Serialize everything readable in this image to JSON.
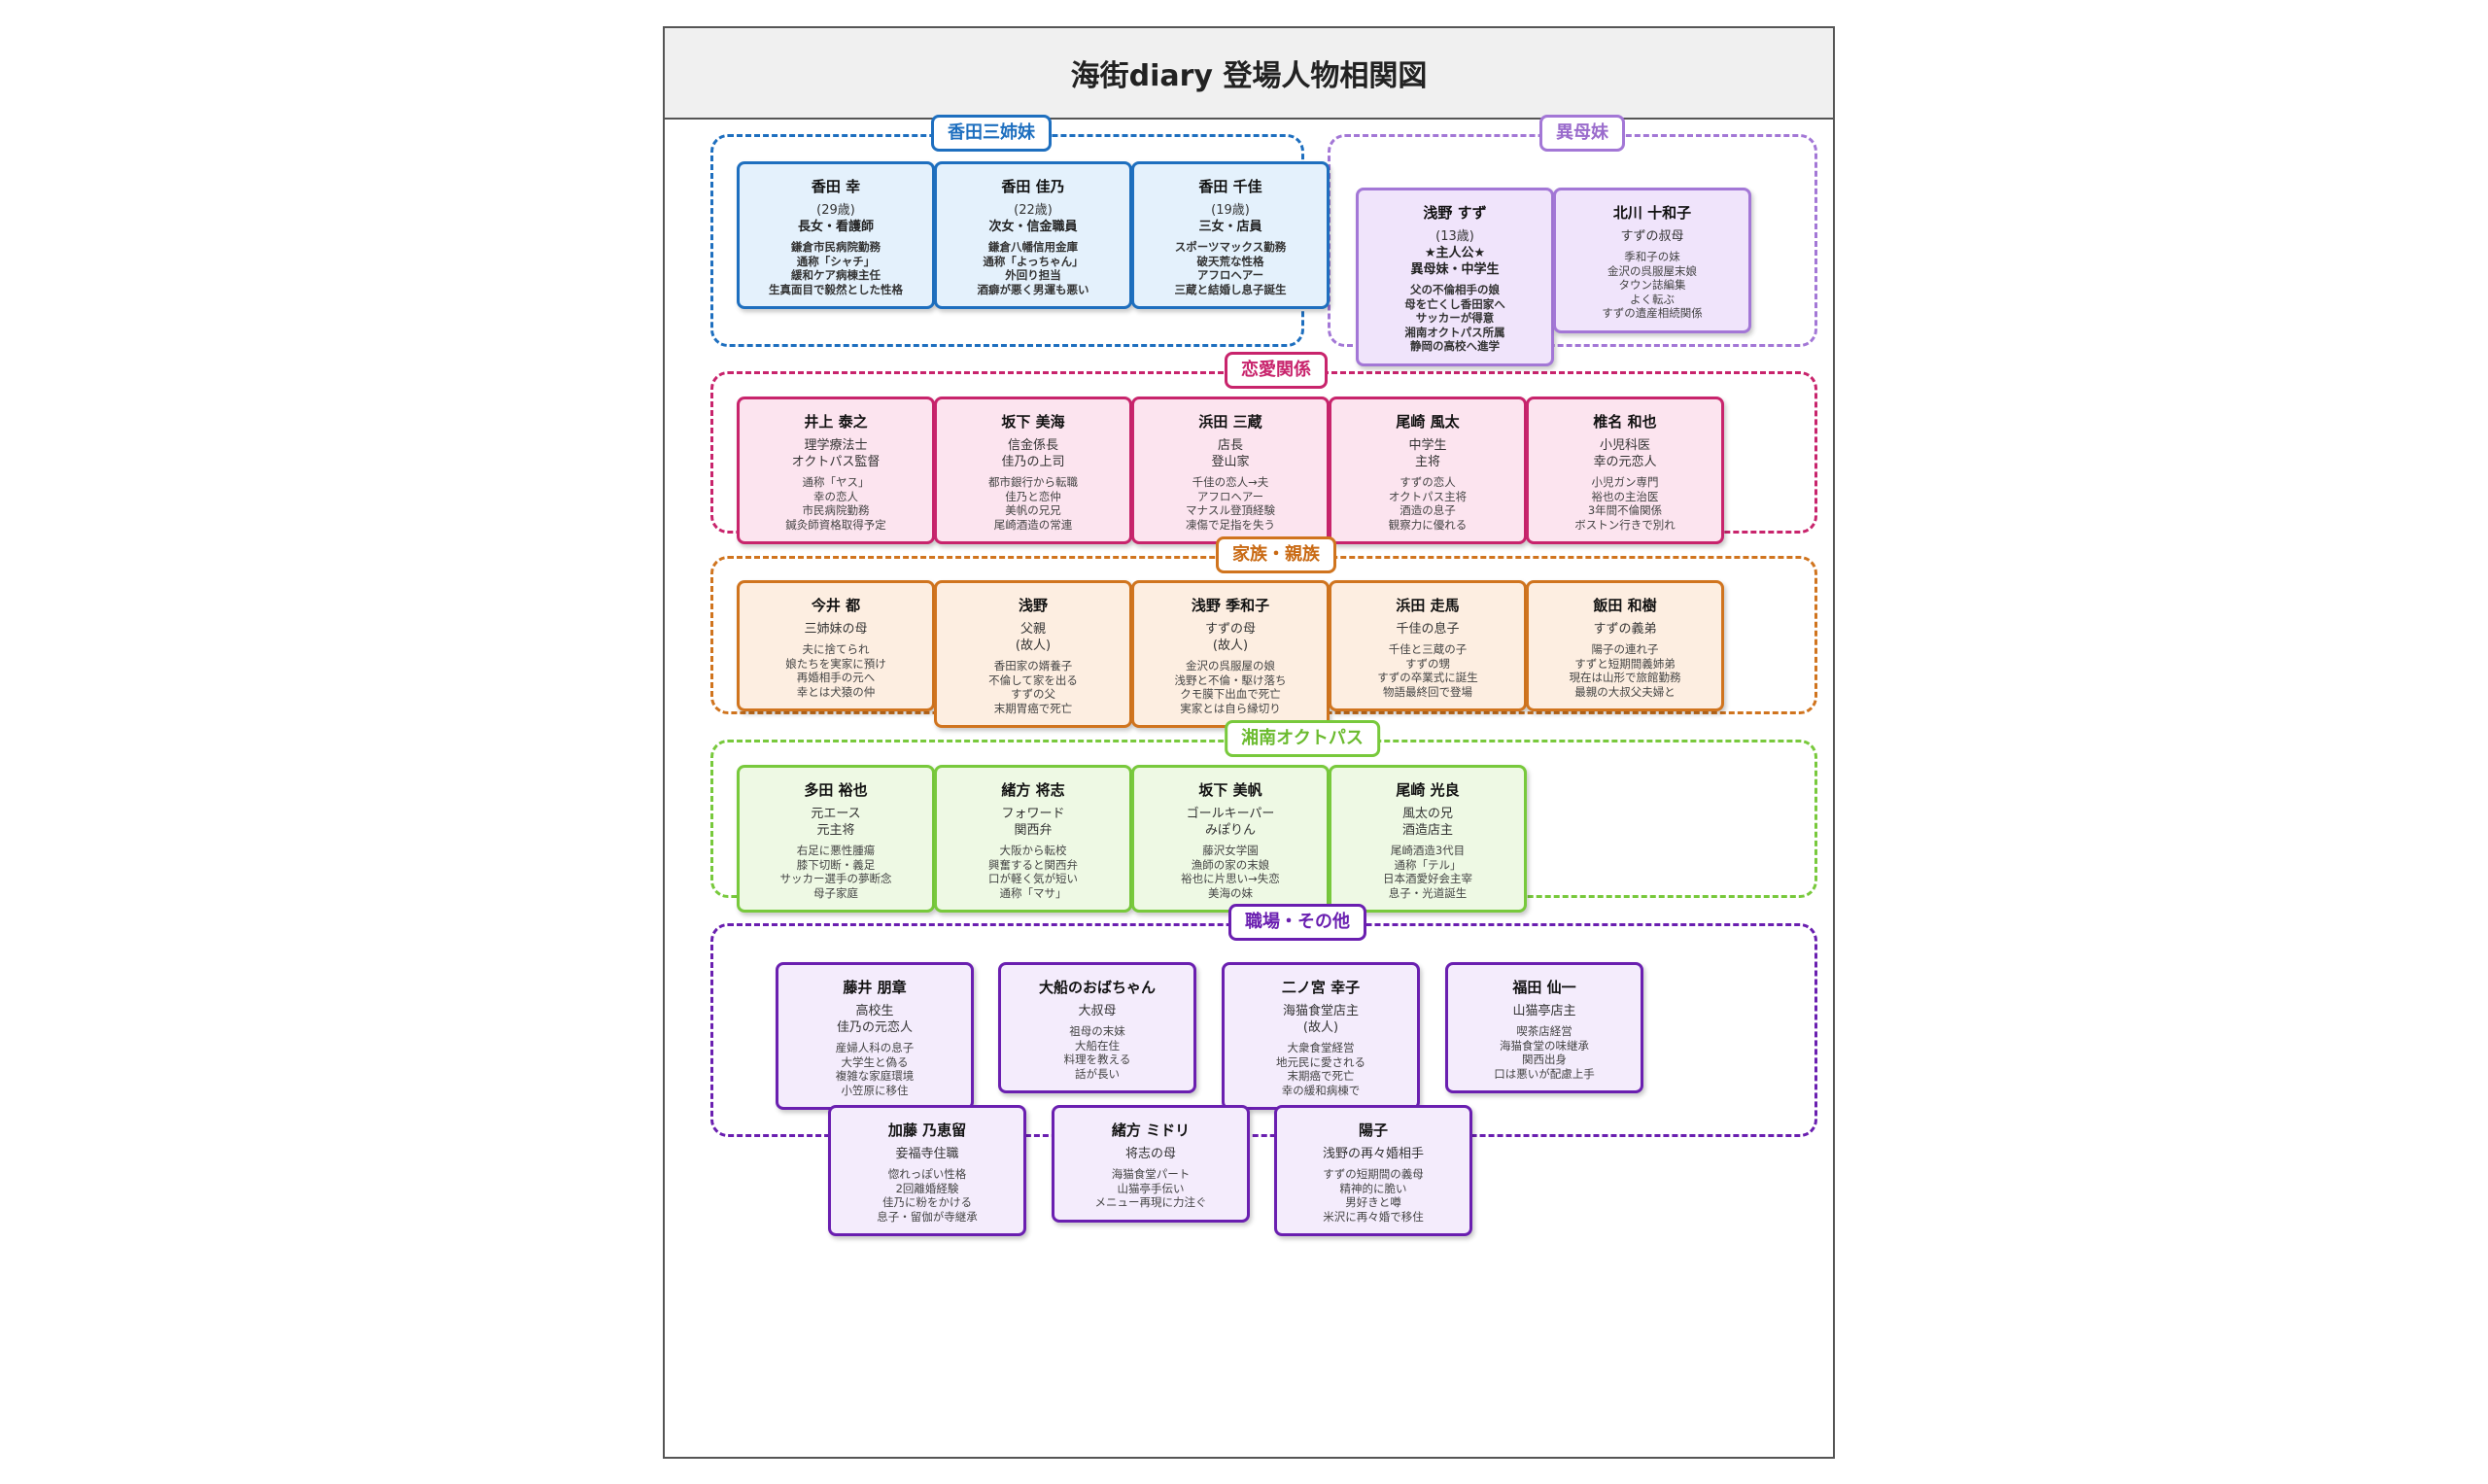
{
  "title": "海街diary 登場人物相関図",
  "colors": {
    "sisters": {
      "border": "#1e6fbf",
      "fill": "#e4f1fc",
      "label": "#1e6fbf"
    },
    "halfsister": {
      "border": "#a377d6",
      "fill": "#f0e4fb",
      "label": "#9a6ccc"
    },
    "romance": {
      "border": "#c8246c",
      "fill": "#fce4ef",
      "label": "#c8246c"
    },
    "family": {
      "border": "#d0741e",
      "fill": "#fdeee1",
      "label": "#c96a14"
    },
    "octopus": {
      "border": "#78c93c",
      "fill": "#eef9e4",
      "label": "#6bbb2f"
    },
    "work": {
      "border": "#6a1fb0",
      "fill": "#f4ecfc",
      "label": "#6a1fb0"
    }
  },
  "groups": {
    "sisters": {
      "label": "香田三姉妹",
      "cards": [
        {
          "name": "香田 幸",
          "age": "(29歳)",
          "role": "長女・看護師",
          "details": [
            "鎌倉市民病院勤務",
            "通称「シャチ」",
            "緩和ケア病棟主任",
            "生真面目で毅然とした性格"
          ]
        },
        {
          "name": "香田 佳乃",
          "age": "(22歳)",
          "role": "次女・信金職員",
          "details": [
            "鎌倉八幡信用金庫",
            "通称「よっちゃん」",
            "外回り担当",
            "酒癖が悪く男運も悪い"
          ]
        },
        {
          "name": "香田 千佳",
          "age": "(19歳)",
          "role": "三女・店員",
          "details": [
            "スポーツマックス勤務",
            "破天荒な性格",
            "アフロヘアー",
            "三蔵と結婚し息子誕生"
          ]
        }
      ]
    },
    "halfsister": {
      "label": "異母妹",
      "cards": [
        {
          "name": "浅野 すず",
          "age": "(13歳)",
          "role": "★主人公★",
          "role2": "異母妹・中学生",
          "details": [
            "父の不倫相手の娘",
            "母を亡くし香田家へ",
            "サッカーが得意",
            "湘南オクトパス所属",
            "静岡の高校へ進学"
          ]
        },
        {
          "name": "北川 十和子",
          "role": "すずの叔母",
          "details": [
            "季和子の妹",
            "金沢の呉服屋末娘",
            "タウン誌編集",
            "よく転ぶ",
            "すずの遺産相続関係"
          ]
        }
      ]
    },
    "romance": {
      "label": "恋愛関係",
      "cards": [
        {
          "name": "井上 泰之",
          "role": "理学療法士",
          "role2": "オクトパス監督",
          "details": [
            "通称「ヤス」",
            "幸の恋人",
            "市民病院勤務",
            "鍼灸師資格取得予定"
          ]
        },
        {
          "name": "坂下 美海",
          "role": "信金係長",
          "role2": "佳乃の上司",
          "details": [
            "都市銀行から転職",
            "佳乃と恋仲",
            "美帆の兄兄",
            "尾崎酒造の常連"
          ]
        },
        {
          "name": "浜田 三蔵",
          "role": "店長",
          "role2": "登山家",
          "details": [
            "千佳の恋人→夫",
            "アフロヘアー",
            "マナスル登頂経験",
            "凍傷で足指を失う"
          ]
        },
        {
          "name": "尾崎 風太",
          "role": "中学生",
          "role2": "主将",
          "details": [
            "すずの恋人",
            "オクトパス主将",
            "酒造の息子",
            "観察力に優れる"
          ]
        },
        {
          "name": "椎名 和也",
          "role": "小児科医",
          "role2": "幸の元恋人",
          "details": [
            "小児ガン専門",
            "裕也の主治医",
            "3年間不倫関係",
            "ボストン行きで別れ"
          ]
        }
      ]
    },
    "family": {
      "label": "家族・親族",
      "cards": [
        {
          "name": "今井 都",
          "role": "三姉妹の母",
          "details": [
            "夫に捨てられ",
            "娘たちを実家に預け",
            "再婚相手の元へ",
            "幸とは犬猿の仲"
          ]
        },
        {
          "name": "浅野",
          "role": "父親",
          "role2": "(故人)",
          "details": [
            "香田家の婿養子",
            "不倫して家を出る",
            "すずの父",
            "末期胃癌で死亡"
          ]
        },
        {
          "name": "浅野 季和子",
          "role": "すずの母",
          "role2": "(故人)",
          "details": [
            "金沢の呉服屋の娘",
            "浅野と不倫・駆け落ち",
            "クモ膜下出血で死亡",
            "実家とは自ら縁切り"
          ]
        },
        {
          "name": "浜田 走馬",
          "role": "千佳の息子",
          "details": [
            "千佳と三蔵の子",
            "すずの甥",
            "すずの卒業式に誕生",
            "物語最終回で登場"
          ]
        },
        {
          "name": "飯田 和樹",
          "role": "すずの義弟",
          "details": [
            "陽子の連れ子",
            "すずと短期間義姉弟",
            "現在は山形で旅館勤務",
            "最親の大叔父夫婦と"
          ]
        }
      ]
    },
    "octopus": {
      "label": "湘南オクトパス",
      "cards": [
        {
          "name": "多田 裕也",
          "role": "元エース",
          "role2": "元主将",
          "details": [
            "右足に悪性腫瘍",
            "膝下切断・義足",
            "サッカー選手の夢断念",
            "母子家庭"
          ]
        },
        {
          "name": "緒方 将志",
          "role": "フォワード",
          "role2": "関西弁",
          "details": [
            "大阪から転校",
            "興奮すると関西弁",
            "口が軽く気が短い",
            "通称「マサ」"
          ]
        },
        {
          "name": "坂下 美帆",
          "role": "ゴールキーパー",
          "role2": "みぽりん",
          "details": [
            "藤沢女学園",
            "漁師の家の末娘",
            "裕也に片思い→失恋",
            "美海の妹"
          ]
        },
        {
          "name": "尾崎 光良",
          "role": "風太の兄",
          "role2": "酒造店主",
          "details": [
            "尾崎酒造3代目",
            "通称「テル」",
            "日本酒愛好会主宰",
            "息子・光道誕生"
          ]
        }
      ]
    },
    "work": {
      "label": "職場・その他",
      "cards": [
        {
          "name": "藤井 朋章",
          "role": "高校生",
          "role2": "佳乃の元恋人",
          "details": [
            "産婦人科の息子",
            "大学生と偽る",
            "複雑な家庭環境",
            "小笠原に移住"
          ]
        },
        {
          "name": "大船のおばちゃん",
          "role": "大叔母",
          "details": [
            "祖母の末妹",
            "大船在住",
            "料理を教える",
            "話が長い"
          ]
        },
        {
          "name": "二ノ宮 幸子",
          "role": "海猫食堂店主",
          "role2": "(故人)",
          "details": [
            "大衆食堂経営",
            "地元民に愛される",
            "末期癌で死亡",
            "幸の緩和病棟で"
          ]
        },
        {
          "name": "福田 仙一",
          "role": "山猫亭店主",
          "details": [
            "喫茶店経営",
            "海猫食堂の味継承",
            "関西出身",
            "口は悪いが配慮上手"
          ]
        },
        {
          "name": "加藤 乃恵留",
          "role": "妾福寺住職",
          "details": [
            "惚れっぽい性格",
            "2回離婚経験",
            "佳乃に粉をかける",
            "息子・留伽が寺継承"
          ]
        },
        {
          "name": "緒方 ミドリ",
          "role": "将志の母",
          "details": [
            "海猫食堂パート",
            "山猫亭手伝い",
            "メニュー再現に力注ぐ"
          ]
        },
        {
          "name": "陽子",
          "role": "浅野の再々婚相手",
          "details": [
            "すずの短期間の義母",
            "精神的に脆い",
            "男好きと噂",
            "米沢に再々婚で移住"
          ]
        }
      ]
    }
  }
}
